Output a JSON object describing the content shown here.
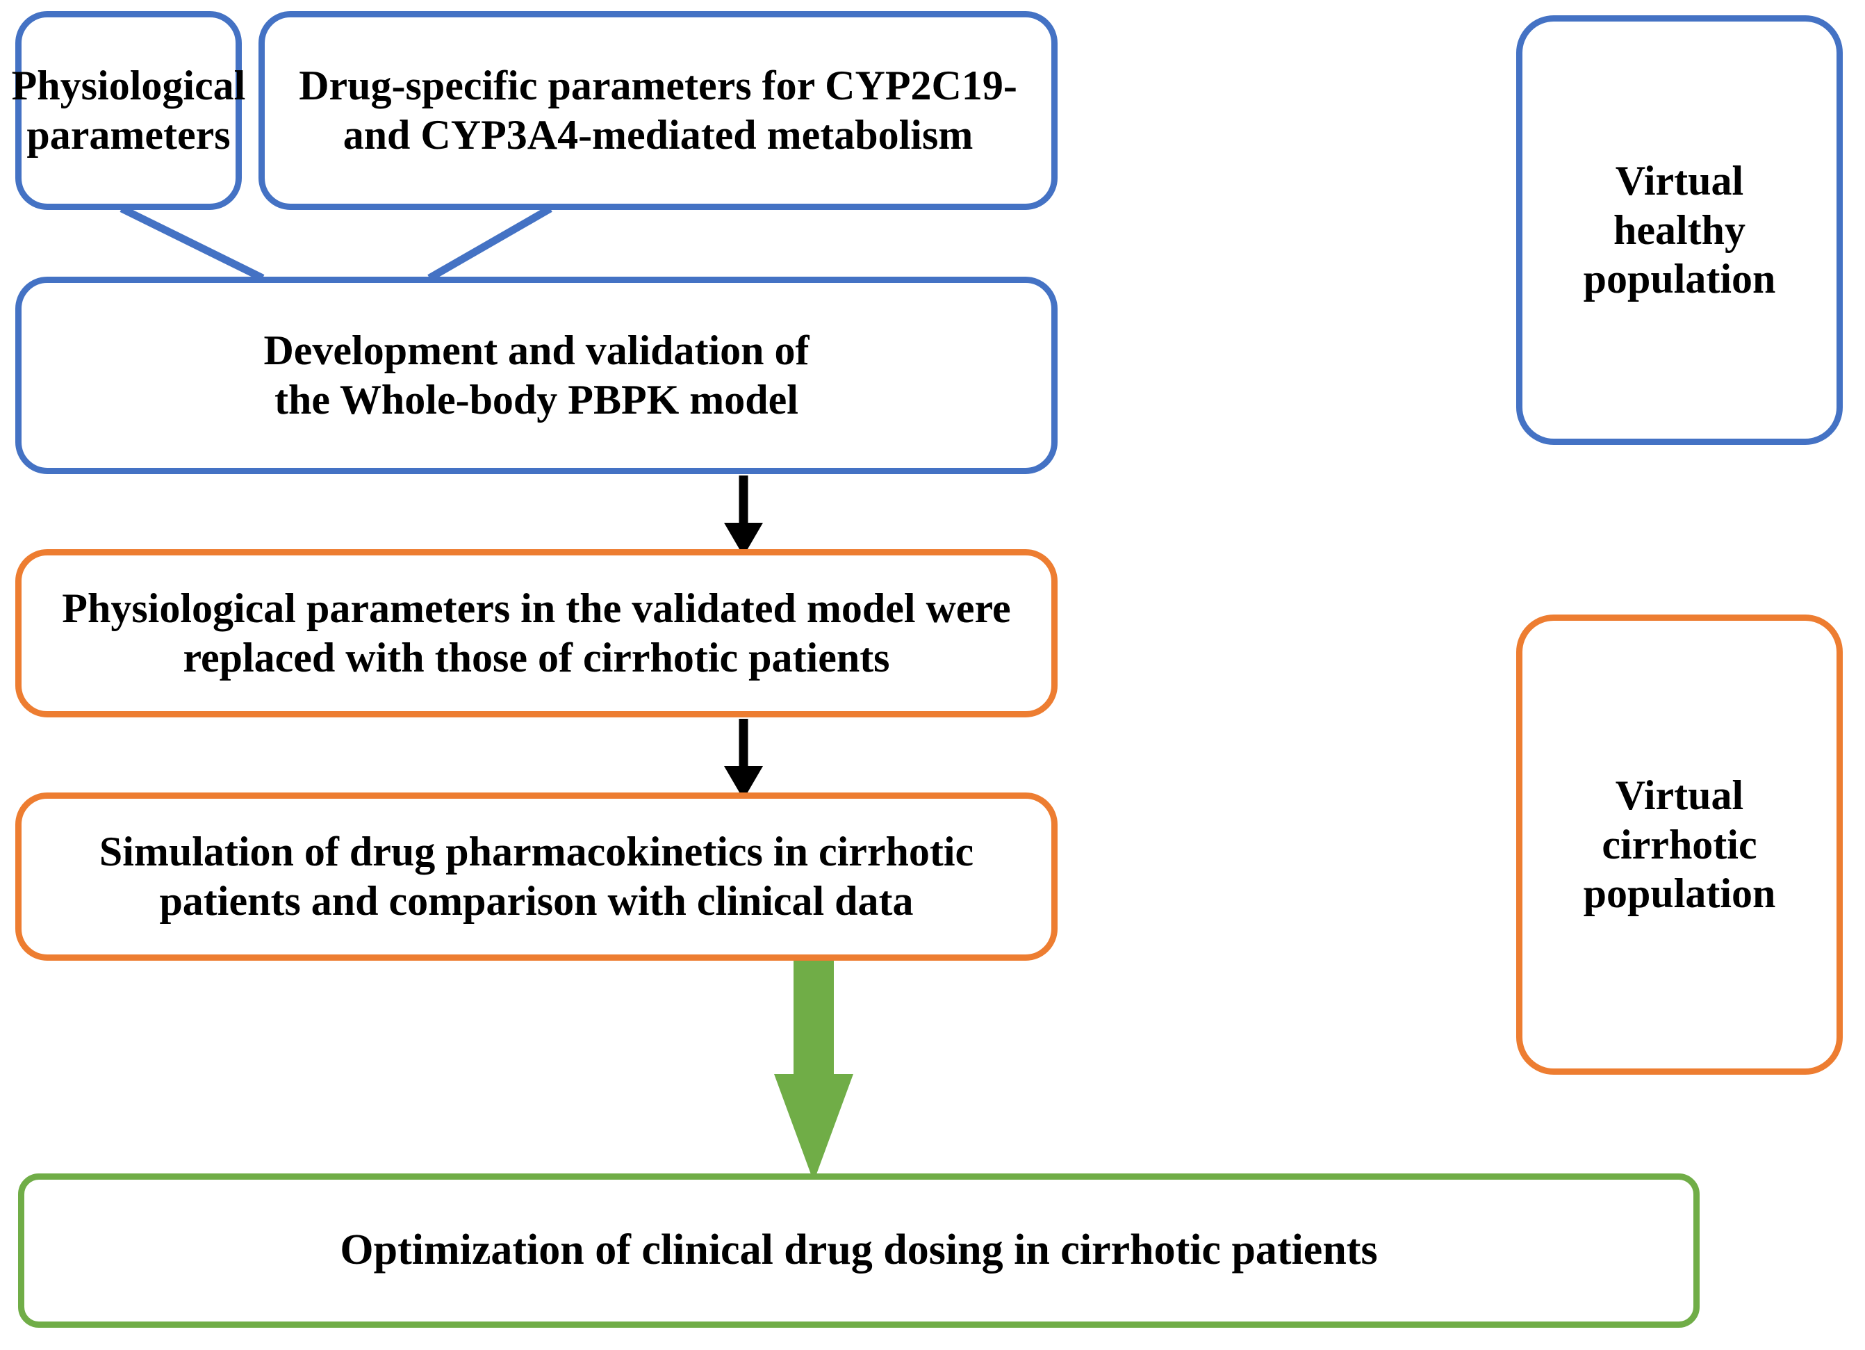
{
  "diagram": {
    "title": "PBPK modelling workflow for cirrhotic patients",
    "colors": {
      "blue": "#4472C4",
      "orange": "#ED7D31",
      "green": "#70AD47",
      "arrow_black": "#000000",
      "background": "#FFFFFF",
      "text": "#000000"
    },
    "nodes": {
      "physiological_parameters": "Physiological\nparameters",
      "drug_specific_parameters": "Drug-specific parameters for CYP2C19-\nand CYP3A4-mediated metabolism",
      "model_development": "Development and validation of\nthe Whole-body PBPK model",
      "parameter_replacement": "Physiological parameters in the validated model were\nreplaced with those of cirrhotic patients",
      "simulation": "Simulation of drug pharmacokinetics in cirrhotic\npatients and comparison with clinical data",
      "optimization": "Optimization of clinical drug dosing in cirrhotic patients",
      "virtual_healthy_population": "Virtual\nhealthy\npopulation",
      "virtual_cirrhotic_population": "Virtual\ncirrhotic\npopulation"
    },
    "connectors": [
      {
        "name": "physiological-to-model",
        "style": "plain-line",
        "color": "#4472C4"
      },
      {
        "name": "drug-params-to-model",
        "style": "plain-line",
        "color": "#4472C4"
      },
      {
        "name": "model-to-replacement",
        "style": "thin-arrow",
        "color": "#000000"
      },
      {
        "name": "replacement-to-simulation",
        "style": "thin-arrow",
        "color": "#000000"
      },
      {
        "name": "simulation-to-optimization",
        "style": "block-arrow",
        "color": "#70AD47"
      }
    ]
  }
}
